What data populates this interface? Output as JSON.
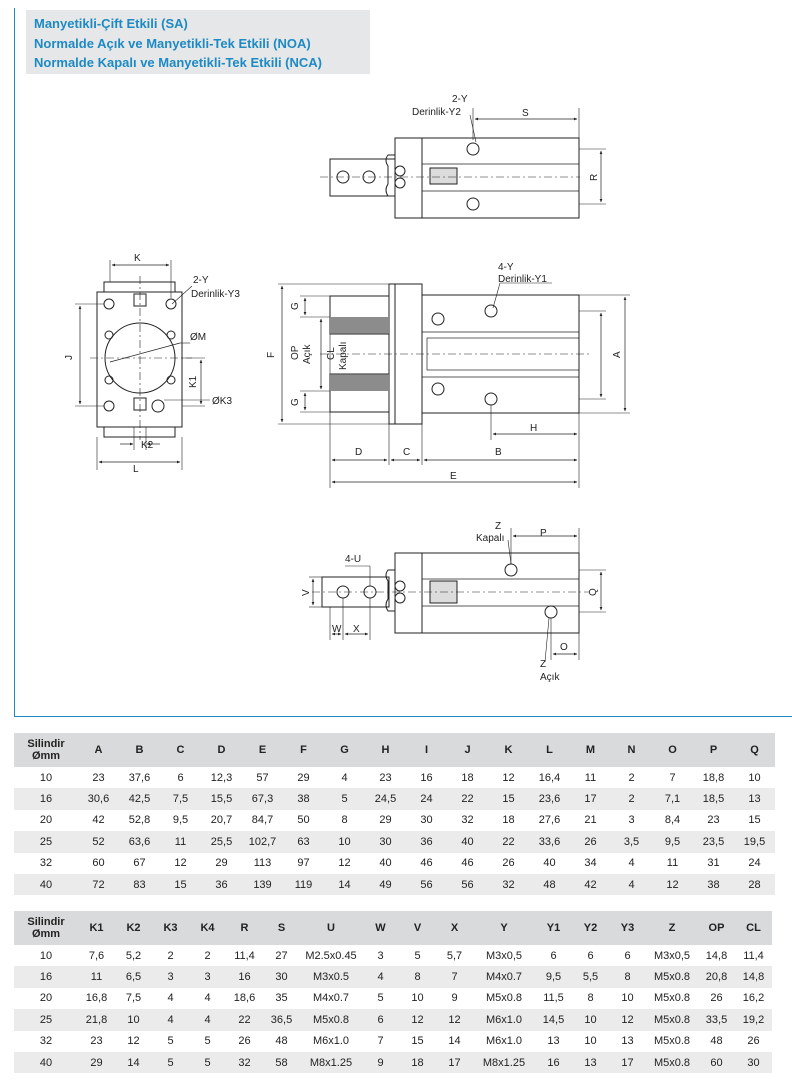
{
  "header": {
    "line1": "Manyetikli-Çift Etkili (SA)",
    "line2": "Normalde Açık ve Manyetikli-Tek Etkili (NOA)",
    "line3": "Normalde Kapalı ve Manyetikli-Tek Etkili (NCA)"
  },
  "drawing": {
    "top_view": {
      "holes": "2-Y",
      "depth": "Derinlik-Y2",
      "s": "S",
      "r": "R"
    },
    "side_view": {
      "k": "K",
      "holes": "2-Y",
      "depth": "Derinlik-Y3",
      "j": "J",
      "m": "ØM",
      "k1": "K1",
      "k3": "ØK3",
      "k2": "K2",
      "l": "L"
    },
    "front_view": {
      "holes": "4-Y",
      "depth": "Derinlik-Y1",
      "f": "F",
      "g_top": "G",
      "g_bottom": "G",
      "op": "OP",
      "acik": "Açık",
      "cl": "CL",
      "kapali": "Kapalı",
      "a": "A",
      "h": "H",
      "d": "D",
      "c": "C",
      "b": "B",
      "e": "E"
    },
    "bottom_view": {
      "z_top": "Z",
      "kapali": "Kapalı",
      "p": "P",
      "holes": "4-U",
      "v": "V",
      "q": "Q",
      "w": "W",
      "x": "X",
      "z_bottom": "Z",
      "acik": "Açık",
      "o": "O"
    }
  },
  "table1": {
    "headers": [
      "Silindir Ømm",
      "A",
      "B",
      "C",
      "D",
      "E",
      "F",
      "G",
      "H",
      "I",
      "J",
      "K",
      "L",
      "M",
      "N",
      "O",
      "P",
      "Q"
    ],
    "rows": [
      [
        "10",
        "23",
        "37,6",
        "6",
        "12,3",
        "57",
        "29",
        "4",
        "23",
        "16",
        "18",
        "12",
        "16,4",
        "11",
        "2",
        "7",
        "18,8",
        "10"
      ],
      [
        "16",
        "30,6",
        "42,5",
        "7,5",
        "15,5",
        "67,3",
        "38",
        "5",
        "24,5",
        "24",
        "22",
        "15",
        "23,6",
        "17",
        "2",
        "7,1",
        "18,5",
        "13"
      ],
      [
        "20",
        "42",
        "52,8",
        "9,5",
        "20,7",
        "84,7",
        "50",
        "8",
        "29",
        "30",
        "32",
        "18",
        "27,6",
        "21",
        "3",
        "8,4",
        "23",
        "15"
      ],
      [
        "25",
        "52",
        "63,6",
        "11",
        "25,5",
        "102,7",
        "63",
        "10",
        "30",
        "36",
        "40",
        "22",
        "33,6",
        "26",
        "3,5",
        "9,5",
        "23,5",
        "19,5"
      ],
      [
        "32",
        "60",
        "67",
        "12",
        "29",
        "113",
        "97",
        "12",
        "40",
        "46",
        "46",
        "26",
        "40",
        "34",
        "4",
        "11",
        "31",
        "24"
      ],
      [
        "40",
        "72",
        "83",
        "15",
        "36",
        "139",
        "119",
        "14",
        "49",
        "56",
        "56",
        "32",
        "48",
        "42",
        "4",
        "12",
        "38",
        "28"
      ]
    ]
  },
  "table2": {
    "headers": [
      "Silindir Ømm",
      "K1",
      "K2",
      "K3",
      "K4",
      "R",
      "S",
      "U",
      "W",
      "V",
      "X",
      "Y",
      "Y1",
      "Y2",
      "Y3",
      "Z",
      "OP",
      "CL"
    ],
    "rows": [
      [
        "10",
        "7,6",
        "5,2",
        "2",
        "2",
        "11,4",
        "27",
        "M2.5x0.45",
        "3",
        "5",
        "5,7",
        "M3x0,5",
        "6",
        "6",
        "6",
        "M3x0,5",
        "14,8",
        "11,4"
      ],
      [
        "16",
        "11",
        "6,5",
        "3",
        "3",
        "16",
        "30",
        "M3x0.5",
        "4",
        "8",
        "7",
        "M4x0.7",
        "9,5",
        "5,5",
        "8",
        "M5x0.8",
        "20,8",
        "14,8"
      ],
      [
        "20",
        "16,8",
        "7,5",
        "4",
        "4",
        "18,6",
        "35",
        "M4x0.7",
        "5",
        "10",
        "9",
        "M5x0.8",
        "11,5",
        "8",
        "10",
        "M5x0.8",
        "26",
        "16,2"
      ],
      [
        "25",
        "21,8",
        "10",
        "4",
        "4",
        "22",
        "36,5",
        "M5x0.8",
        "6",
        "12",
        "12",
        "M6x1.0",
        "14,5",
        "10",
        "12",
        "M5x0.8",
        "33,5",
        "19,2"
      ],
      [
        "32",
        "23",
        "12",
        "5",
        "5",
        "26",
        "48",
        "M6x1.0",
        "7",
        "15",
        "14",
        "M6x1.0",
        "13",
        "10",
        "13",
        "M5x0.8",
        "48",
        "26"
      ],
      [
        "40",
        "29",
        "14",
        "5",
        "5",
        "32",
        "58",
        "M8x1.25",
        "9",
        "18",
        "17",
        "M8x1.25",
        "16",
        "13",
        "17",
        "M5x0.8",
        "60",
        "30"
      ]
    ]
  }
}
